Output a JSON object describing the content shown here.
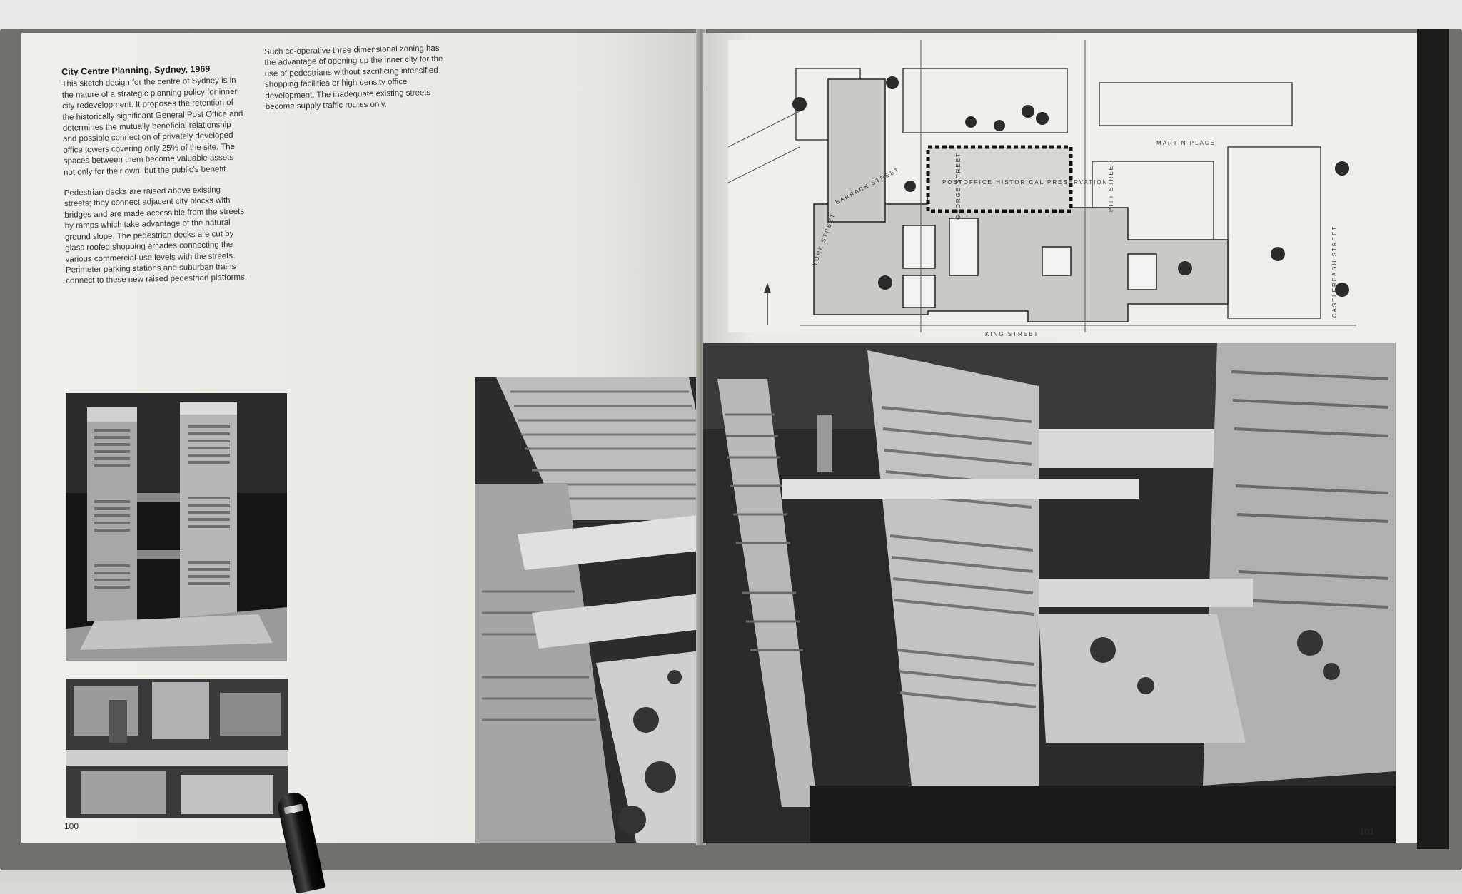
{
  "left_page": {
    "title": "City Centre Planning, Sydney, 1969",
    "col1_p1": "This sketch design for the centre of Sydney is in the nature of a strategic planning policy for inner city redevelopment. It proposes the retention of the historically significant General Post Office and determines the mutually beneficial relationship and possible connection of privately developed office towers covering only 25% of the site. The spaces between them become valuable assets not only for their own, but the public's benefit.",
    "col1_p2": "Pedestrian decks are raised above existing streets; they connect adjacent city blocks with bridges and are made accessible from the streets by ramps which take advantage of the natural ground slope. The pedestrian decks are cut by glass roofed shopping arcades connecting the various commercial-use levels with the streets. Perimeter parking stations and suburban trains connect to these new raised pedestrian platforms.",
    "col2_p1": "Such co-operative three dimensional zoning has the advantage of opening up the inner city for the use of pedestrians without sacrificing intensified shopping facilities or high density office development. The inadequate existing streets become supply traffic routes only.",
    "page_number": "100"
  },
  "right_page": {
    "page_number": "101",
    "plan_labels": {
      "martin_place": "MARTIN PLACE",
      "barrack_street": "BARRACK STREET",
      "york_street": "YORK STREET",
      "george_street": "GEORGE STREET",
      "pitt_street": "PITT STREET",
      "castlereagh_street": "CASTLEREAGH STREET",
      "king_street": "KING STREET",
      "post_office": "POSTOFFICE  HISTORICAL PRESERVATION"
    }
  }
}
